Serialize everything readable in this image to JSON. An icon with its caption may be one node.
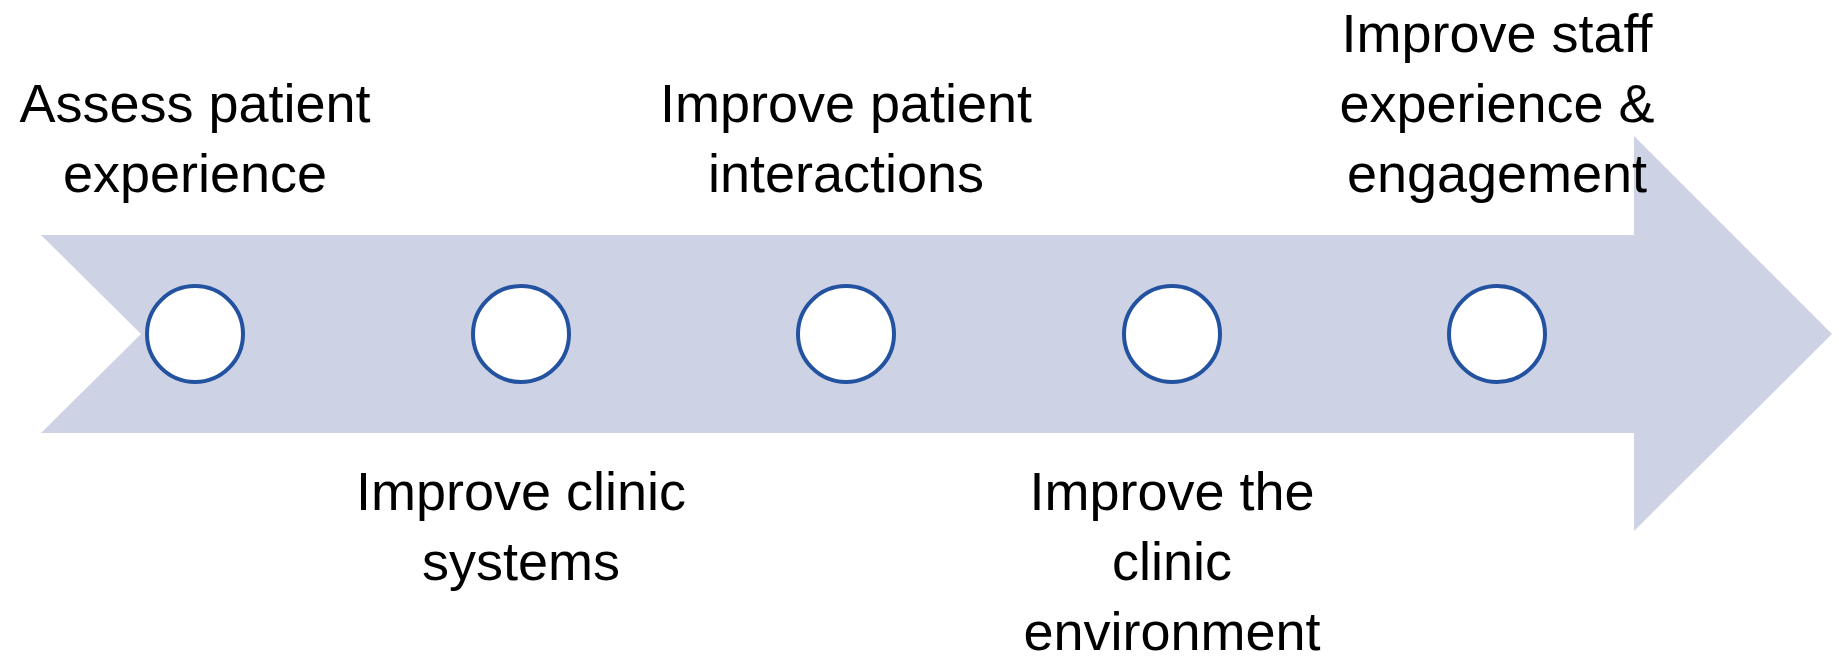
{
  "diagram": {
    "nodes": [
      {
        "text": [],
        "shape": "circle",
        "beside": [
          "Assess patient experience"
        ]
      },
      {
        "text": [],
        "shape": "circle",
        "beside": [
          "Improve clinic systems"
        ]
      },
      {
        "text": [],
        "shape": "circle",
        "beside": [
          "Improve patient interactions"
        ]
      },
      {
        "text": [],
        "shape": "circle",
        "beside": [
          "Improve the clinic environment"
        ]
      },
      {
        "text": [],
        "shape": "circle",
        "beside": [
          "Improve staff experience & engagement"
        ]
      }
    ]
  }
}
